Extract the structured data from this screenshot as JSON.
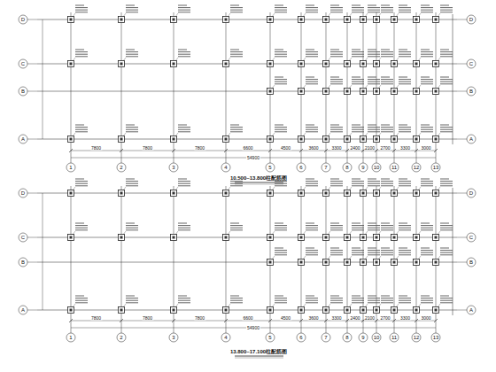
{
  "diagram": {
    "labels": [
      "D",
      "C",
      "B",
      "A",
      "D",
      "C",
      "B",
      "A",
      "7800",
      "7800",
      "7800",
      "6600",
      "4500",
      "3600",
      "3300",
      "2400",
      "2100",
      "2700",
      "3300",
      "3000",
      "54900",
      "1",
      "2",
      "3",
      "4",
      "5",
      "6",
      "7",
      "8",
      "9",
      "10",
      "11",
      "12",
      "13",
      "10.500~13.800柱配筋图",
      "D",
      "C",
      "B",
      "A",
      "D",
      "C",
      "B",
      "A",
      "7800",
      "7800",
      "7800",
      "6600",
      "4500",
      "3600",
      "3300",
      "2400",
      "2100",
      "2700",
      "3300",
      "3000",
      "54900",
      "1",
      "2",
      "3",
      "4",
      "5",
      "6",
      "7",
      "8",
      "9",
      "10",
      "11",
      "12",
      "13",
      "13.800~17.100柱配筋图"
    ]
  }
}
